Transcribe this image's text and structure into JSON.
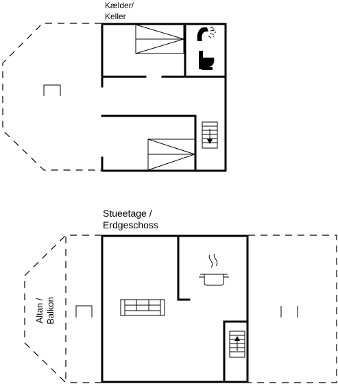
{
  "floors": [
    {
      "id": "basement",
      "label_line1": "Kælder/",
      "label_line2": "Keller"
    },
    {
      "id": "ground",
      "label_line1": "Stueetage /",
      "label_line2": "Erdgeschoss"
    }
  ],
  "balcony": {
    "label_line1": "Altan /",
    "label_line2": "Balkon"
  },
  "symbols": [
    "bed-icon",
    "shower-icon",
    "toilet-icon",
    "stairs-down-icon",
    "sofa-icon",
    "cooking-pot-icon",
    "stairs-up-icon"
  ]
}
